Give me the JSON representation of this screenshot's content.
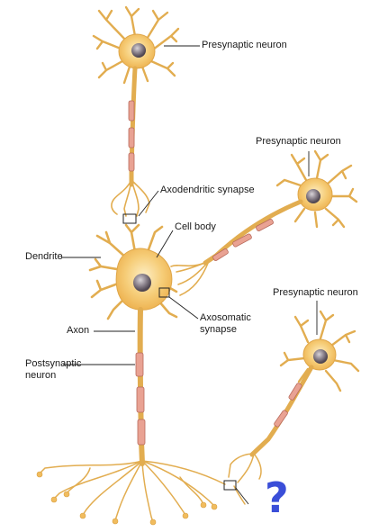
{
  "labels": {
    "presynaptic_top": "Presynaptic neuron",
    "presynaptic_right": "Presynaptic neuron",
    "presynaptic_lower": "Presynaptic neuron",
    "axodendritic": "Axodendritic synapse",
    "cell_body": "Cell body",
    "dendrite": "Dendrite",
    "axosomatic_line1": "Axosomatic",
    "axosomatic_line2": "synapse",
    "axon": "Axon",
    "postsynaptic_line1": "Postsynaptic",
    "postsynaptic_line2": "neuron"
  },
  "question_mark": "?",
  "colors": {
    "neuron_fill": "#f4c46a",
    "neuron_edge": "#d9a040",
    "soma_glow": "#fbe3a6",
    "nucleus": "#8f8790",
    "myelin": "#e9a293",
    "myelin_edge": "#b86a5c",
    "question_mark": "#3a4ed8"
  }
}
